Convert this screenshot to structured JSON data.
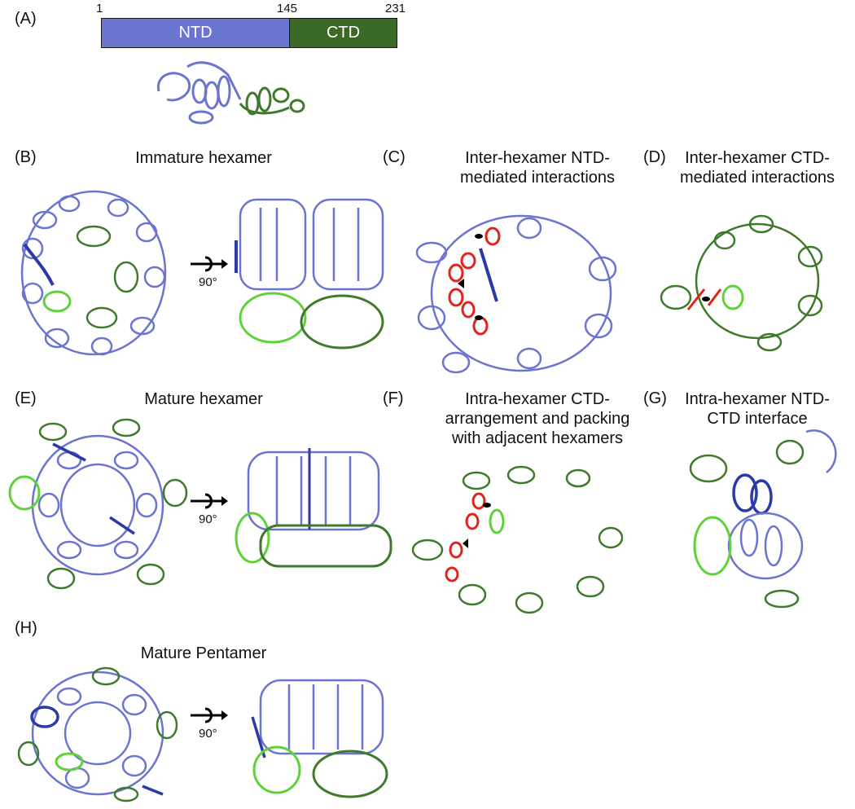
{
  "panels": {
    "A": {
      "label": "(A)",
      "ticks": [
        "1",
        "145",
        "231"
      ],
      "domains": [
        "NTD",
        "CTD"
      ]
    },
    "B": {
      "label": "(B)",
      "title": "Immature hexamer",
      "rotation": "90°"
    },
    "C": {
      "label": "(C)",
      "title_line1": "Inter-hexamer NTD-",
      "title_line2": "mediated interactions"
    },
    "D": {
      "label": "(D)",
      "title_line1": "Inter-hexamer CTD-",
      "title_line2": "mediated interactions"
    },
    "E": {
      "label": "(E)",
      "title": "Mature hexamer",
      "rotation": "90°"
    },
    "F": {
      "label": "(F)",
      "title_line1": "Intra-hexamer CTD-",
      "title_line2": "arrangement and packing",
      "title_line3": "with adjacent hexamers"
    },
    "G": {
      "label": "(G)",
      "title_line1": "Intra-hexamer NTD-",
      "title_line2": "CTD interface"
    },
    "H": {
      "label": "(H)",
      "title": "Mature Pentamer",
      "rotation": "90°"
    }
  },
  "colors": {
    "ntd": "#6b74cf",
    "ntd_dark": "#2b3aa8",
    "ctd": "#3f7a2c",
    "ctd_light": "#5fd23a",
    "highlight": "#e0241b"
  }
}
